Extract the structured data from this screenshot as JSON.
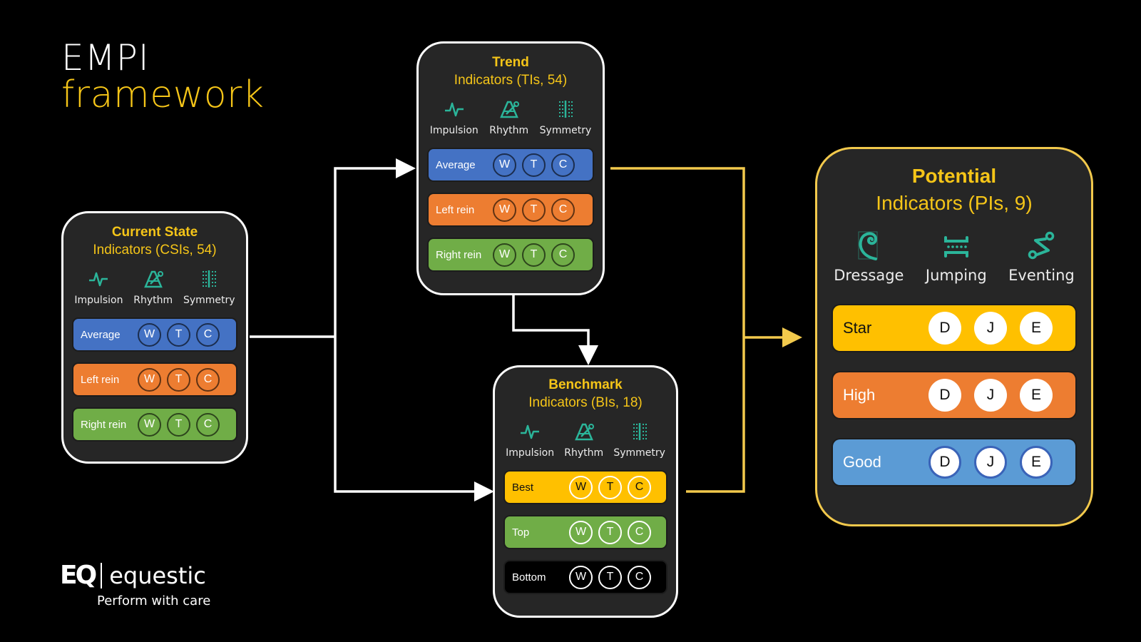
{
  "title": {
    "line1": "EMPI",
    "line2": "framework"
  },
  "colors": {
    "accent": "#f5c518",
    "teal": "#2bb59a",
    "blue": "#4472c4",
    "orange": "#ed7d31",
    "green": "#70ad47",
    "light_blue": "#5b9bd5",
    "card_bg": "#262626"
  },
  "card_icons": [
    {
      "icon": "impulsion-icon",
      "label": "Impulsion"
    },
    {
      "icon": "rhythm-metronome-icon",
      "label": "Rhythm"
    },
    {
      "icon": "symmetry-icon",
      "label": "Symmetry"
    }
  ],
  "current_state": {
    "heading": "Current State",
    "subheading": "Indicators (CSIs, 54)",
    "rows": [
      {
        "label": "Average",
        "color": "#4472c4",
        "items": [
          "W",
          "T",
          "C"
        ]
      },
      {
        "label": "Left rein",
        "color": "#ed7d31",
        "items": [
          "W",
          "T",
          "C"
        ]
      },
      {
        "label": "Right rein",
        "color": "#70ad47",
        "items": [
          "W",
          "T",
          "C"
        ]
      }
    ]
  },
  "trend": {
    "heading": "Trend",
    "subheading": "Indicators (TIs, 54)",
    "rows": [
      {
        "label": "Average",
        "color": "#4472c4",
        "items": [
          "W",
          "T",
          "C"
        ]
      },
      {
        "label": "Left rein",
        "color": "#ed7d31",
        "items": [
          "W",
          "T",
          "C"
        ]
      },
      {
        "label": "Right rein",
        "color": "#70ad47",
        "items": [
          "W",
          "T",
          "C"
        ]
      }
    ]
  },
  "benchmark": {
    "heading": "Benchmark",
    "subheading": "Indicators (BIs, 18)",
    "rows": [
      {
        "label": "Best",
        "color": "#ffc000",
        "items": [
          "W",
          "T",
          "C"
        ]
      },
      {
        "label": "Top",
        "color": "#70ad47",
        "items": [
          "W",
          "T",
          "C"
        ]
      },
      {
        "label": "Bottom",
        "color": "#000000",
        "items": [
          "W",
          "T",
          "C"
        ]
      }
    ]
  },
  "potential": {
    "heading": "Potential",
    "subheading": "Indicators (PIs, 9)",
    "icons": [
      {
        "icon": "dressage-spiral-icon",
        "label": "Dressage"
      },
      {
        "icon": "jumping-fence-icon",
        "label": "Jumping"
      },
      {
        "icon": "eventing-path-icon",
        "label": "Eventing"
      }
    ],
    "rows": [
      {
        "label": "Star",
        "color": "#ffc000",
        "items": [
          "D",
          "J",
          "E"
        ]
      },
      {
        "label": "High",
        "color": "#ed7d31",
        "items": [
          "D",
          "J",
          "E"
        ]
      },
      {
        "label": "Good",
        "color": "#5b9bd5",
        "items": [
          "D",
          "J",
          "E"
        ]
      }
    ]
  },
  "brand": {
    "mark": "EQ",
    "name": "equestic",
    "tagline": "Perform with care"
  }
}
